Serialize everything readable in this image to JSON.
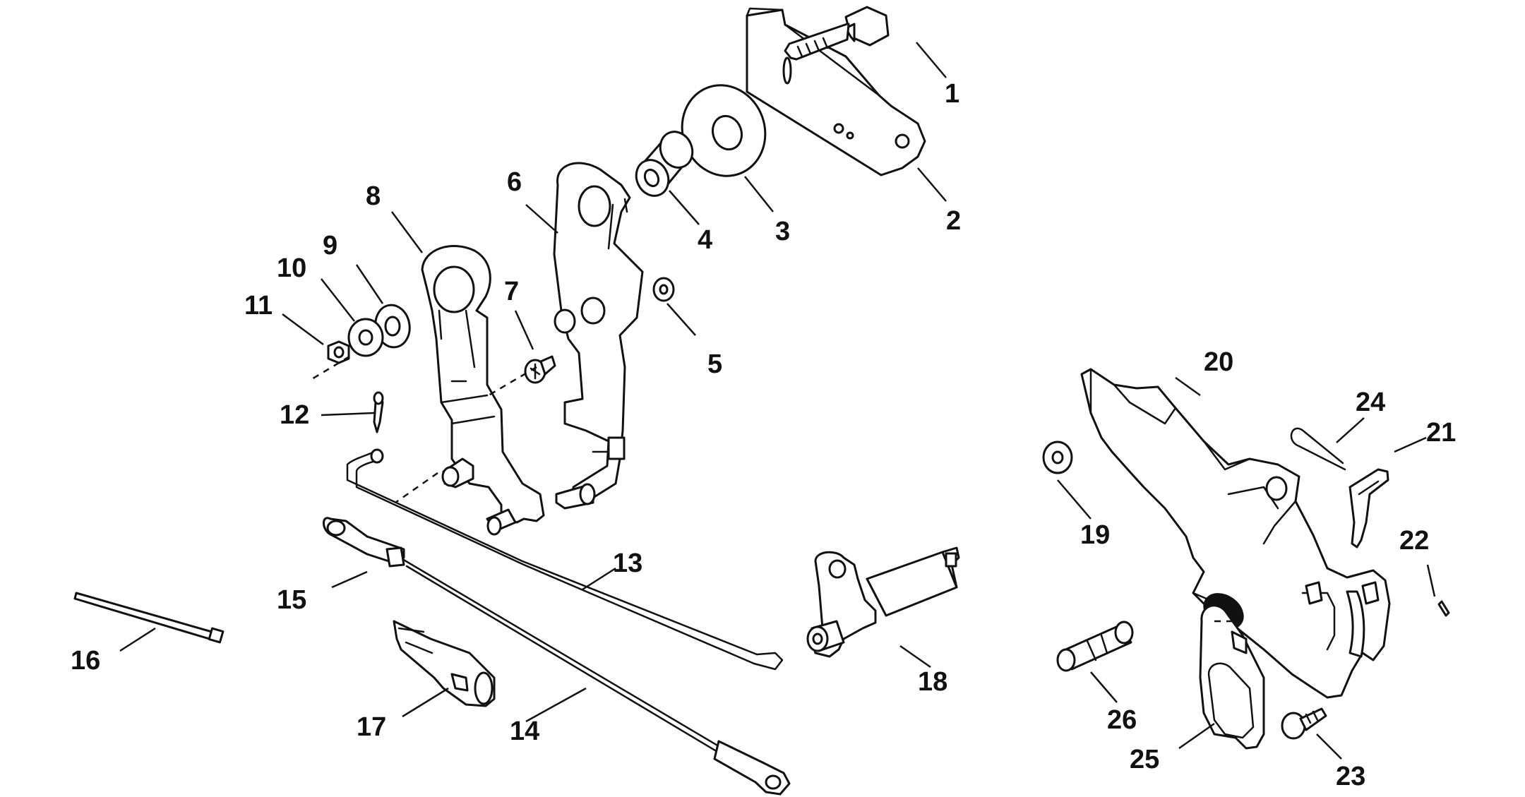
{
  "callouts": {
    "c1": "1",
    "c2": "2",
    "c3": "3",
    "c4": "4",
    "c5": "5",
    "c6": "6",
    "c7": "7",
    "c8": "8",
    "c9": "9",
    "c10": "10",
    "c11": "11",
    "c12": "12",
    "c13": "13",
    "c14": "14",
    "c15": "15",
    "c16": "16",
    "c17": "17",
    "c18": "18",
    "c19": "19",
    "c20": "20",
    "c21": "21",
    "c22": "22",
    "c23": "23",
    "c24": "24",
    "c25": "25",
    "c26": "26"
  },
  "colors": {
    "line": "#111111",
    "background": "#ffffff"
  }
}
